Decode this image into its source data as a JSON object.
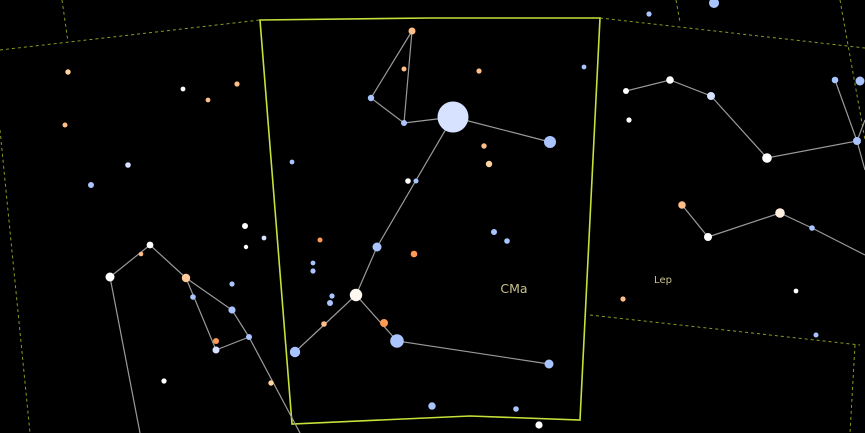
{
  "view": {
    "background": "#000000",
    "boundary_color": "#8a9a1e",
    "highlight_boundary_color": "#c8e03a",
    "line_color": "#9a9a9a",
    "label_color": "#c9c08a"
  },
  "constellations": [
    {
      "key": "cma",
      "label": "CMa",
      "highlighted": true
    },
    {
      "key": "lep",
      "label": "Lep",
      "highlighted": false
    }
  ]
}
